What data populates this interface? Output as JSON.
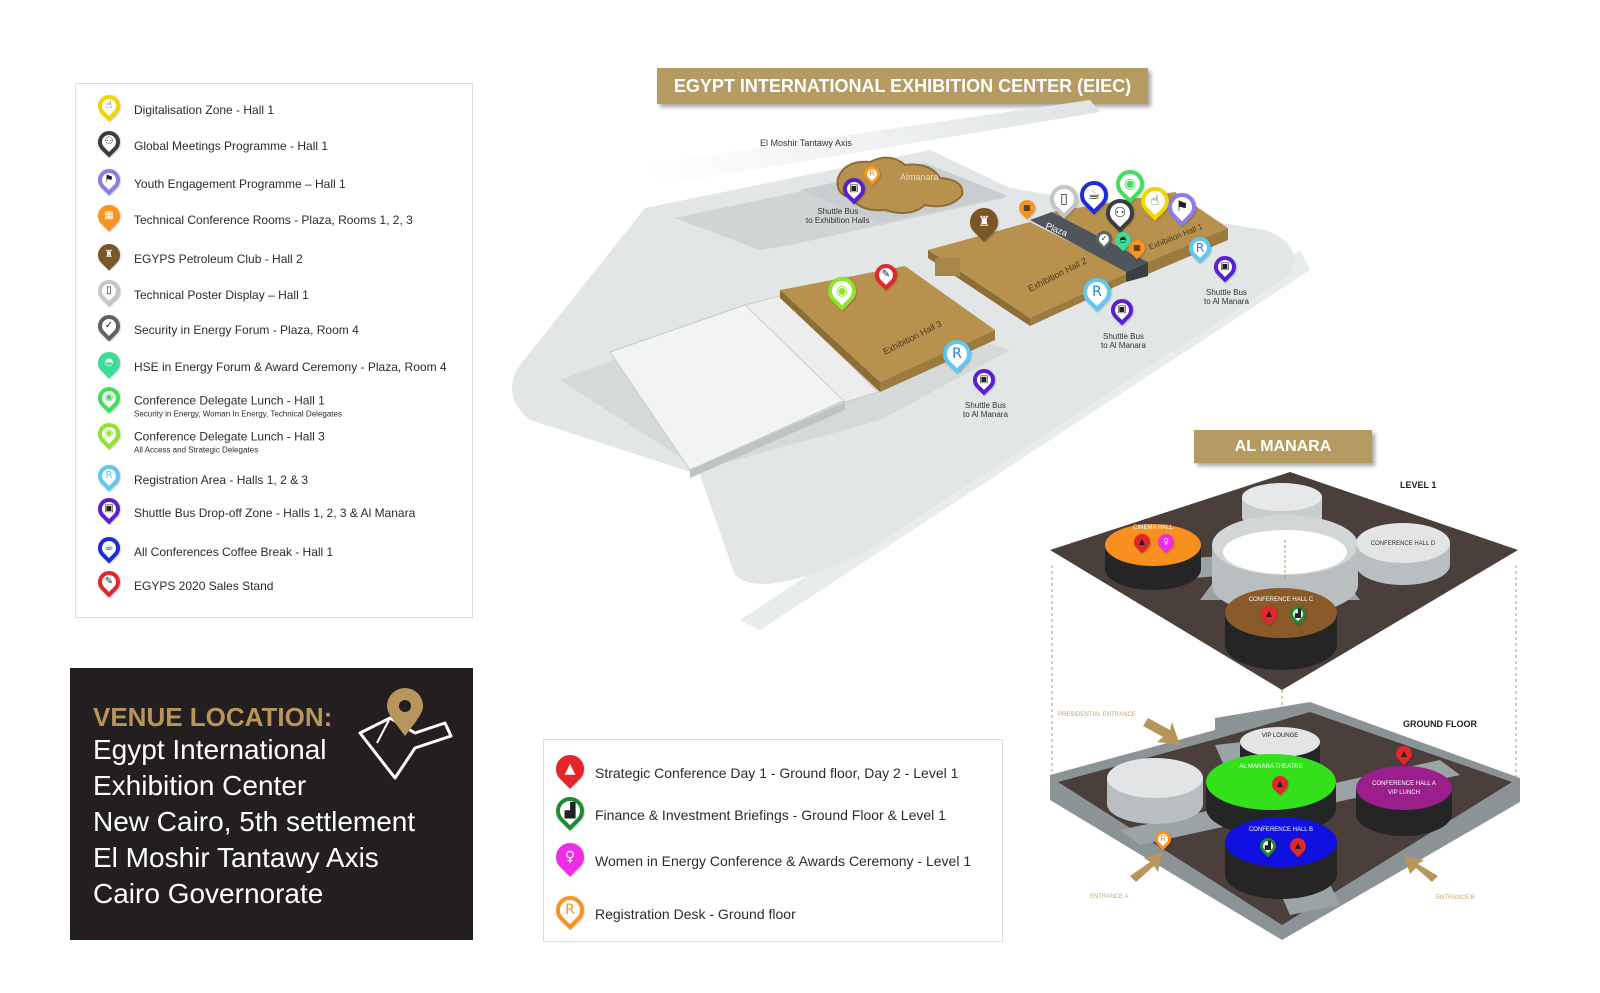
{
  "legend": {
    "items": [
      {
        "label": "Digitalisation Zone - Hall 1",
        "icon": "hand-pointer-icon",
        "color": "#f2d600"
      },
      {
        "label": "Global Meetings Programme - Hall 1",
        "icon": "meeting-people-icon",
        "color": "#3a3d40"
      },
      {
        "label": "Youth Engagement Programme – Hall 1",
        "icon": "youth-icon",
        "color": "#8a7de8"
      },
      {
        "label": "Technical Conference Rooms - Plaza, Rooms 1, 2, 3",
        "icon": "conference-room-icon",
        "color": "#f7941d",
        "fill": true
      },
      {
        "label": "EGYPS Petroleum Club - Hall 2",
        "icon": "club-icon",
        "color": "#7a5526",
        "fill": true
      },
      {
        "label": "Technical Poster Display – Hall 1",
        "icon": "poster-icon",
        "color": "#c3c7c9"
      },
      {
        "label": "Security in Energy Forum - Plaza, Room 4",
        "icon": "shield-check-icon",
        "color": "#5c6367"
      },
      {
        "label": "HSE in Energy Forum & Award Ceremony - Plaza, Room 4",
        "icon": "hard-hat-icon",
        "color": "#3ddc97",
        "fill": true
      },
      {
        "label": "Conference Delegate Lunch - Hall 1",
        "sub": "Security in Energy, Woman In Energy, Technical Delegates",
        "icon": "plate-icon",
        "color": "#3fe05a"
      },
      {
        "label": "Conference Delegate Lunch - Hall 3",
        "sub": "All Access and Strategic Delegates",
        "icon": "plate-icon",
        "color": "#8ee52a"
      },
      {
        "label": "Registration Area - Halls 1, 2 & 3",
        "icon": "registration-icon",
        "color": "#5ec8f0"
      },
      {
        "label": "Shuttle Bus Drop-off Zone - Halls 1, 2, 3 & Al Manara",
        "icon": "bus-icon",
        "color": "#5a1fd0"
      },
      {
        "label": "All Conferences Coffee Break - Hall 1",
        "icon": "coffee-icon",
        "color": "#1f2ad8"
      },
      {
        "label": "EGYPS 2020 Sales Stand",
        "icon": "sales-form-icon",
        "color": "#e3262b"
      }
    ]
  },
  "venue": {
    "title": "VENUE LOCATION:",
    "lines": [
      "Egypt International",
      "Exhibition Center",
      "New Cairo, 5th settlement",
      "El Moshir Tantawy Axis",
      "Cairo Governorate"
    ]
  },
  "eiec": {
    "title": "EGYPT INTERNATIONAL EXHIBITION CENTER (EIEC)",
    "road": "El Moshir Tantawy Axis",
    "almanara": "Almanara",
    "plaza": "Plaza",
    "hall1": "Exhibition Hall 1",
    "hall2": "Exhibition Hall 2",
    "hall3": "Exhibition Hall 3",
    "shuttle_exhibition": [
      "Shuttle Bus",
      "to Exhibition Halls"
    ],
    "shuttle_manara": [
      "Shuttle Bus",
      "to Al Manara"
    ],
    "registration_letter": "R"
  },
  "manara": {
    "title": "AL MANARA",
    "level1": "LEVEL 1",
    "ground": "GROUND FLOOR",
    "cinema": "CINEMA HALL",
    "hall_d": "CONFERENCE HALL D",
    "hall_c": "CONFERENCE HALL C",
    "vip_lounge": "VIP LOUNGE",
    "theatre": "AL MANARA THEATRE",
    "hall_a": [
      "CONFERENCE HALL A",
      "VIP LUNCH"
    ],
    "hall_b": "CONFERENCE HALL B",
    "presidential": "PRESIDENTIAL ENTRANCE",
    "entrance_a": "ENTRANCE A",
    "entrance_b": "ENTRANCE B"
  },
  "manara_legend": {
    "items": [
      {
        "label": "Strategic Conference Day 1 - Ground floor, Day 2 - Level 1",
        "icon": "strategic-conference-icon",
        "color": "#e3262b",
        "fill": true
      },
      {
        "label": "Finance & Investment Briefings - Ground Floor & Level 1",
        "icon": "finance-chart-icon",
        "color": "#1e8a32"
      },
      {
        "label": "Women in Energy Conference & Awards Ceremony - Level 1",
        "icon": "women-icon",
        "color": "#ee2ee6",
        "fill": true
      },
      {
        "label": "Registration Desk - Ground floor",
        "icon": "registration-icon",
        "color": "#f7941d"
      }
    ]
  }
}
